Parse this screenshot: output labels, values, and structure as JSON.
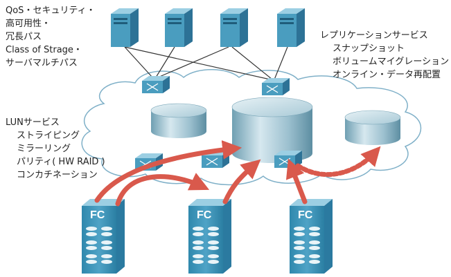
{
  "features_left_top": [
    "QoS・セキュリティ・",
    "高可用性・",
    "冗長パス",
    "Class of Strage・",
    "サーバマルチパス"
  ],
  "replication": {
    "title": "レプリケーションサービス",
    "items": [
      "スナップショット",
      "ボリュームマイグレーション",
      "オンライン・データ再配置"
    ]
  },
  "lun": {
    "title": "LUNサービス",
    "items": [
      "ストライピング",
      "ミラーリング",
      "パリティ( HW RAID )",
      "コンカチネーション"
    ]
  },
  "fc_arrays": [
    "FC",
    "FC",
    "FC"
  ],
  "colors": {
    "arrow": "#d9594c",
    "storage": "#9fc3d2",
    "device": "#4a9dbf",
    "cloud_stroke": "#7fb0c8"
  }
}
